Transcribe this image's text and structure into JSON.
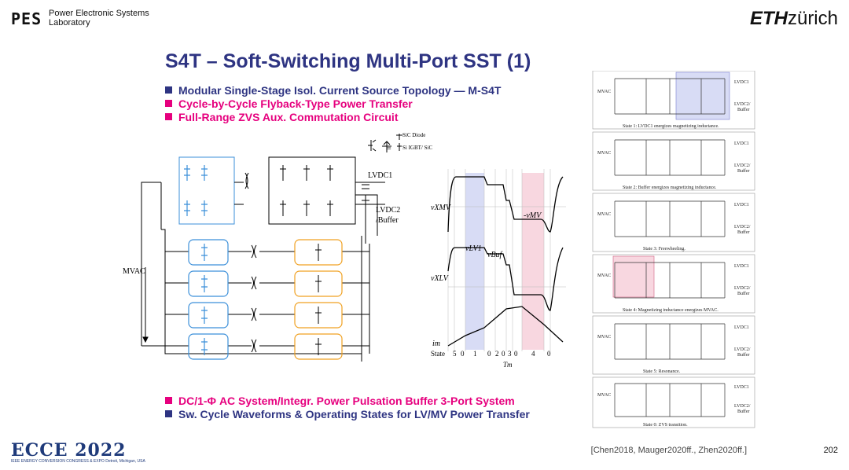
{
  "header": {
    "org_mark": "PES",
    "org_name_line1": "Power Electronic Systems",
    "org_name_line2": "Laboratory",
    "eth_bold": "ETH",
    "eth_rest": "zürich"
  },
  "slide": {
    "title": "S4T – Soft-Switching Multi-Port SST (1)",
    "bullets_top": [
      {
        "text": "Modular Single-Stage Isol. Current Source Topology — M-S4T",
        "color": "navy"
      },
      {
        "text": "Cycle-by-Cycle Flyback-Type Power Transfer",
        "color": "pink"
      },
      {
        "text": "Full-Range ZVS Aux. Commutation Circuit",
        "color": "pink"
      }
    ],
    "bullets_bottom": [
      {
        "text": "DC/1-Φ AC System/Integr. Power Pulsation Buffer 3-Port System",
        "color": "pink"
      },
      {
        "text": "Sw. Cycle Waveforms  & Operating States for LV/MV Power Transfer",
        "color": "navy"
      }
    ],
    "reference": "[Chen2018, Mauger2020ff., Zhen2020ff.]",
    "page_number": "202"
  },
  "schematic": {
    "legend_diode": "SiC Diode",
    "legend_switch": "Si IGBT/ SiC MOSFET",
    "lvdc1": "LVDC1",
    "lvdc2_line1": "LVDC2",
    "lvdc2_line2": "/Buffer",
    "mvac": "MVAC"
  },
  "waveforms": {
    "v_xmv": "vXMV",
    "v_mv": "-vMV",
    "v_lv1": "vLV1",
    "v_buf": "vBuf",
    "v_xlv": "vXLV",
    "i_m": "im",
    "state_label": "State",
    "states": [
      "5",
      "0",
      "1",
      "0",
      "2",
      "0",
      "3",
      "0",
      "4",
      "0"
    ],
    "t_label": "Tm"
  },
  "states_panel": {
    "captions": [
      "State 1: LVDC1 energizes magnetizing inductance.",
      "State 2: Buffer energizes magnetizing inductance.",
      "State 3: Freewheeling.",
      "State 4: Magnetizing inductance energizes MVAC.",
      "State 5: Resonance.",
      "State 0: ZVS transition."
    ],
    "label_mvac": "MVAC",
    "label_lvdc1": "LVDC1",
    "label_lvdc2": "LVDC2/",
    "label_buffer": "Buffer"
  },
  "footer": {
    "conference": "ECCE 2022",
    "conference_sub": "IEEE ENERGY CONVERSION CONGRESS & EXPO Detroit, Michigan, USA"
  },
  "colors": {
    "navy": "#2e3482",
    "pink": "#e6007e",
    "blue_module": "#3b8fd9",
    "orange_module": "#f0a020",
    "shade_blue": "#d8dcf5",
    "shade_pink": "#f8d7e0"
  }
}
